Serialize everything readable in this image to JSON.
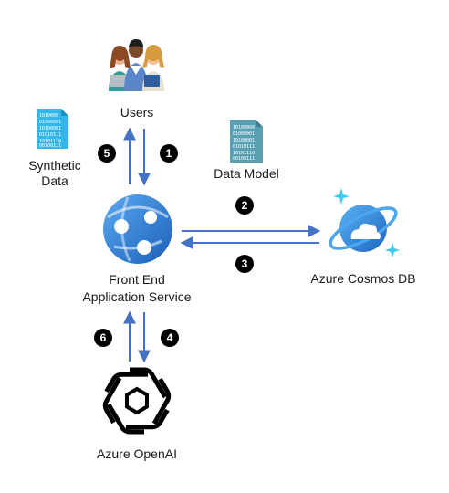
{
  "nodes": {
    "users": {
      "label": "Users",
      "icon": "users-group-icon"
    },
    "synthetic_data": {
      "label_line1": "Synthetic",
      "label_line2": "Data",
      "icon": "binary-file-icon"
    },
    "data_model": {
      "label": "Data Model",
      "icon": "binary-file-icon"
    },
    "front_end": {
      "label_line1": "Front End",
      "label_line2": "Application Service",
      "icon": "app-service-icon"
    },
    "cosmos_db": {
      "label": "Azure Cosmos DB",
      "icon": "cosmos-db-icon"
    },
    "openai": {
      "label": "Azure OpenAI",
      "icon": "openai-logo-icon"
    }
  },
  "steps": [
    "1",
    "2",
    "3",
    "4",
    "5",
    "6"
  ],
  "colors": {
    "arrow": "#4472c4",
    "badge": "#000000",
    "file_icon": "#33b6e8",
    "file_icon_gray": "#5aa0b3",
    "app_service": "#2f7fd6",
    "cosmos": "#2f88d8",
    "text": "#1a1a1a"
  }
}
